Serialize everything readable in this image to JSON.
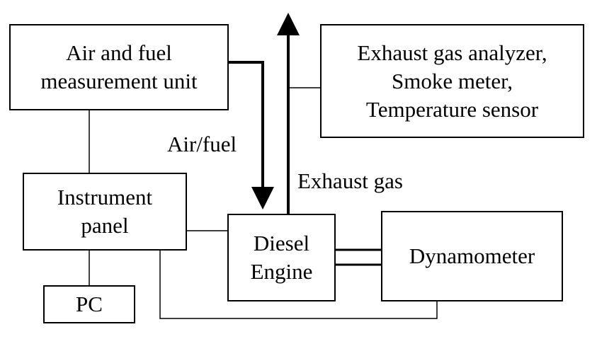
{
  "diagram": {
    "boxes": {
      "air_fuel_unit": "Air and fuel\nmeasurement unit",
      "analyzer": "Exhaust gas analyzer,\nSmoke meter,\nTemperature sensor",
      "instrument_panel": "Instrument\npanel",
      "diesel_engine": "Diesel\nEngine",
      "dynamometer": "Dynamometer",
      "pc": "PC"
    },
    "labels": {
      "air_fuel": "Air/fuel",
      "exhaust_gas": "Exhaust gas"
    },
    "colors": {
      "line": "#000000",
      "background": "#ffffff"
    }
  }
}
